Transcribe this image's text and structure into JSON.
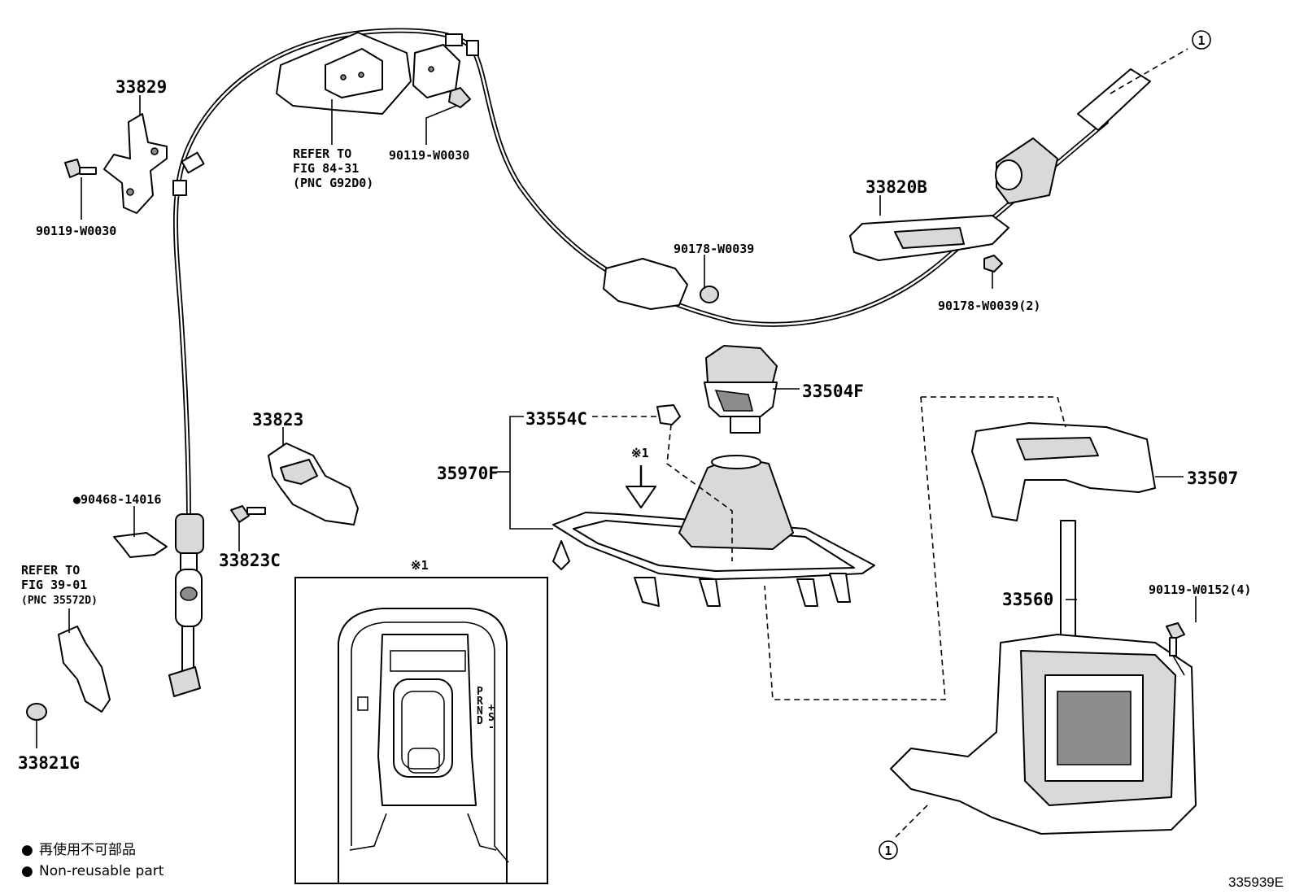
{
  "figure_id": "335939E",
  "marker_symbol": "※1",
  "callout_ref": "1",
  "parts": [
    {
      "id": "p33829",
      "code": "33829"
    },
    {
      "id": "p90119a",
      "code": "90119-W0030"
    },
    {
      "id": "p90119b",
      "code": "90119-W0030"
    },
    {
      "id": "p33820b",
      "code": "33820B"
    },
    {
      "id": "p90178a",
      "code": "90178-W0039"
    },
    {
      "id": "p90178b",
      "code": "90178-W0039(2)"
    },
    {
      "id": "p33504f",
      "code": "33504F"
    },
    {
      "id": "p33554c",
      "code": "33554C"
    },
    {
      "id": "p35970f",
      "code": "35970F"
    },
    {
      "id": "p33823",
      "code": "33823"
    },
    {
      "id": "p33823c",
      "code": "33823C"
    },
    {
      "id": "p90468",
      "code": "●90468-14016"
    },
    {
      "id": "p33507",
      "code": "33507"
    },
    {
      "id": "p33560",
      "code": "33560"
    },
    {
      "id": "p90119c",
      "code": "90119-W0152(4)"
    },
    {
      "id": "p33821g",
      "code": "33821G"
    }
  ],
  "references": {
    "fig84": [
      "REFER TO",
      "FIG 84-31",
      "(PNC G92D0)"
    ],
    "fig39": [
      "REFER TO",
      "FIG 39-01",
      "(PNC 35572D)"
    ]
  },
  "shift_labels": [
    "P",
    "R",
    "N",
    "D",
    "+",
    "S",
    "-"
  ],
  "legend": [
    {
      "symbol": "●",
      "text": "再使用不可部品"
    },
    {
      "symbol": "●",
      "text": "Non-reusable part"
    }
  ]
}
